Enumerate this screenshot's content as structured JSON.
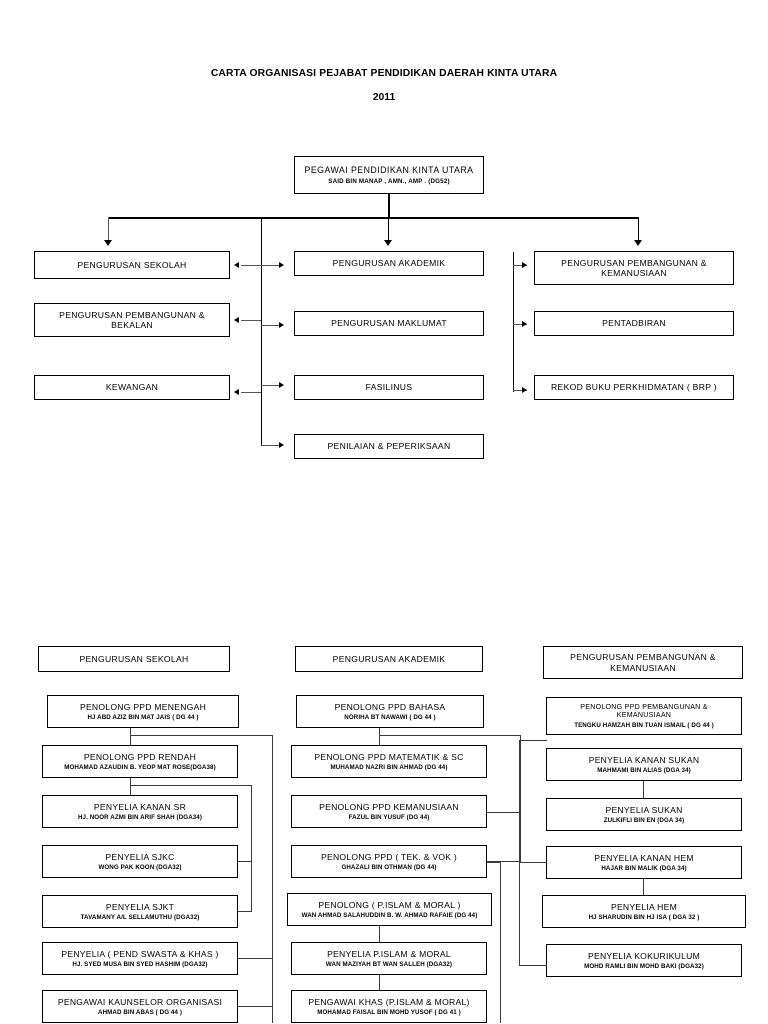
{
  "document": {
    "main_title": "CARTA ORGANISASI PEJABAT PENDIDIKAN DAERAH KINTA UTARA",
    "year": "2011"
  },
  "root": {
    "title": "PEGAWAI PENDIDIKAN KINTA UTARA",
    "name": "SAID BIN MANAP , AMN., AMP . (DG52)"
  },
  "divisions": {
    "left": [
      {
        "label": "PENGURUSAN SEKOLAH"
      },
      {
        "label": "PENGURUSAN PEMBANGUNAN &\nBEKALAN"
      },
      {
        "label": "KEWANGAN"
      }
    ],
    "middle": [
      {
        "label": "PENGURUSAN AKADEMIK"
      },
      {
        "label": "PENGURUSAN MAKLUMAT"
      },
      {
        "label": "FASILINUS"
      },
      {
        "label": "PENILAIAN & PEPERIKSAAN"
      }
    ],
    "right": [
      {
        "label": "PENGURUSAN PEMBANGUNAN &\nKEMANUSIAAN"
      },
      {
        "label": "PENTADBIRAN"
      },
      {
        "label": "REKOD BUKU PERKHIDMATAN ( BRP )"
      }
    ]
  },
  "columns": {
    "school": {
      "header": "PENGURUSAN SEKOLAH",
      "items": [
        {
          "title": "PENOLONG PPD MENENGAH",
          "name": "HJ ABD AZIZ BIN MAT JAIS ( DG 44 )"
        },
        {
          "title": "PENOLONG PPD RENDAH",
          "name": "MOHAMAD AZAUDIN B. YEOP MAT ROSE(DGA38)"
        },
        {
          "title": "PENYELIA KANAN SR",
          "name": "HJ.  NOOR AZMI BIN ARIF SHAH (DGA34)"
        },
        {
          "title": "PENYELIA SJKC",
          "name": "WONG PAK KOON (DGA32)"
        },
        {
          "title": "PENYELIA SJKT",
          "name": "TAVAMANY A/L SELLAMUTHU (DGA32)"
        },
        {
          "title": "PENYELIA ( PEND SWASTA & KHAS )",
          "name": "HJ. SYED MUSA BIN SYED HASHIM (DGA32)"
        },
        {
          "title": "PENGAWAI KAUNSELOR ORGANISASI",
          "name": "AHMAD BIN ABAS ( DG 44 )"
        }
      ]
    },
    "academic": {
      "header": "PENGURUSAN AKADEMIK",
      "items": [
        {
          "title": "PENOLONG PPD BAHASA",
          "name": "NORIHA BT NAWAWI ( DG 44 )"
        },
        {
          "title": "PENOLONG PPD MATEMATIK & SC",
          "name": "MUHAMAD NAZRI BIN AHMAD (DG 44)"
        },
        {
          "title": "PENOLONG PPD KEMANUSIAAN",
          "name": "FAZUL BIN YUSUF (DG 44)"
        },
        {
          "title": "PENOLONG PPD ( TEK. & VOK )",
          "name": "GHAZALI BIN OTHMAN (DG 44)"
        },
        {
          "title": "PENOLONG ( P.ISLAM & MORAL )",
          "name": "WAN AHMAD SALAHUDDIN B. W. AHMAD RAFAIE (DG 44)"
        },
        {
          "title": "PENYELIA P.ISLAM & MORAL",
          "name": "WAN MAZIYAH BT WAN SALLEH (DGA32)"
        },
        {
          "title": "PENGAWAI KHAS (P.ISLAM & MORAL)",
          "name": "MOHAMAD FAISAL BIN MOHD YUSOF ( DG 41 )"
        }
      ]
    },
    "development": {
      "header": "PENGURUSAN PEMBANGUNAN &\nKEMANUSIAAN",
      "items": [
        {
          "title": "PENOLONG PPD PEMBANGUNAN &\nKEMANUSIAAN",
          "name": "TENGKU HAMZAH BIN TUAN ISMAIL ( DG 44 )"
        },
        {
          "title": "PENYELIA KANAN SUKAN",
          "name": "MAHMAMI BIN ALIAS  (DGA 34)"
        },
        {
          "title": "PENYELIA SUKAN",
          "name": "ZULKIFLI BIN EN (DGA 34)"
        },
        {
          "title": "PENYELIA KANAN HEM",
          "name": "HAJAR BIN MALIK (DGA 34)"
        },
        {
          "title": "PENYELIA HEM",
          "name": "HJ SHARUDIN BIN HJ ISA ( DGA 32 )"
        },
        {
          "title": "PENYELIA KOKURIKULUM",
          "name": "MOHD RAMLI BIN MOHD BAKI (DGA32)"
        }
      ]
    }
  },
  "colors": {
    "line": "#3a3a3a",
    "border": "#000000",
    "background": "#ffffff",
    "text": "#000000"
  }
}
